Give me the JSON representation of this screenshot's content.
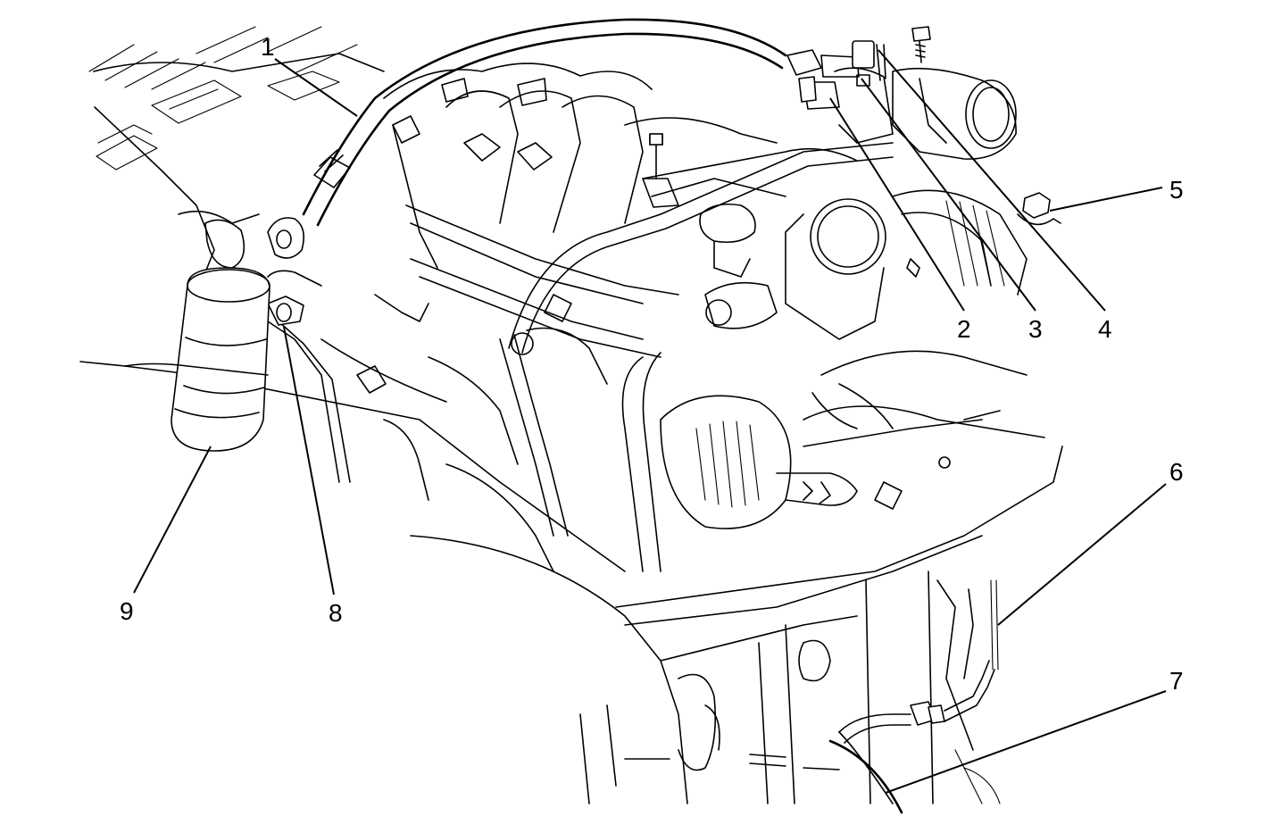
{
  "figure": {
    "callouts": [
      {
        "id": "c1",
        "label": "1"
      },
      {
        "id": "c2",
        "label": "2"
      },
      {
        "id": "c3",
        "label": "3"
      },
      {
        "id": "c4",
        "label": "4"
      },
      {
        "id": "c5",
        "label": "5"
      },
      {
        "id": "c6",
        "label": "6"
      },
      {
        "id": "c7",
        "label": "7"
      },
      {
        "id": "c8",
        "label": "8"
      },
      {
        "id": "c9",
        "label": "9"
      }
    ]
  }
}
